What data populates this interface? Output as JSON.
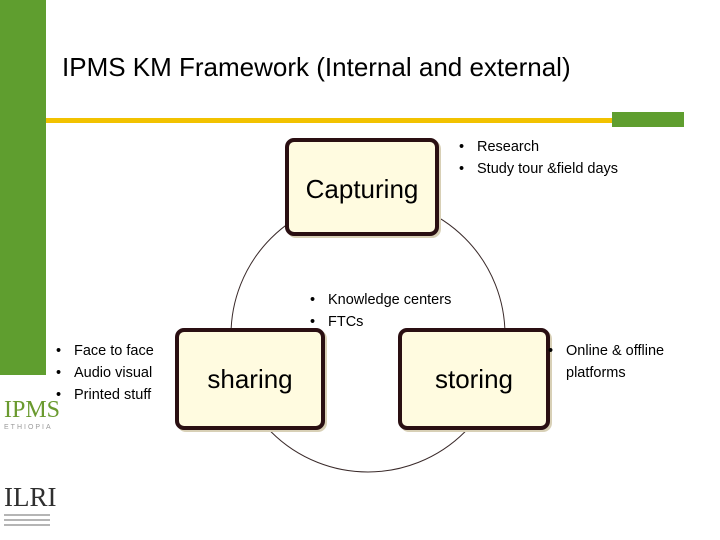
{
  "slide": {
    "title": "IPMS KM Framework (Internal and external)"
  },
  "cycle": {
    "capturing": {
      "label": "Capturing",
      "bullets": [
        "Research",
        "Study tour &field days"
      ]
    },
    "storing": {
      "label": "storing",
      "bullets": [
        "Online & offline",
        "platforms"
      ]
    },
    "sharing": {
      "label": "sharing",
      "bullets": [
        "Face to face",
        "Audio visual",
        "Printed stuff"
      ]
    },
    "middle_bullets": [
      "Knowledge centers",
      "FTCs"
    ]
  },
  "logos": {
    "ipms": "IPMS",
    "ipms_sub": "ETHIOPIA",
    "ilri": "ILRI"
  },
  "colors": {
    "green": "#5f9e2f",
    "yellow": "#f2c200",
    "box_fill": "#fffbe0",
    "box_border": "#2a0f12"
  }
}
